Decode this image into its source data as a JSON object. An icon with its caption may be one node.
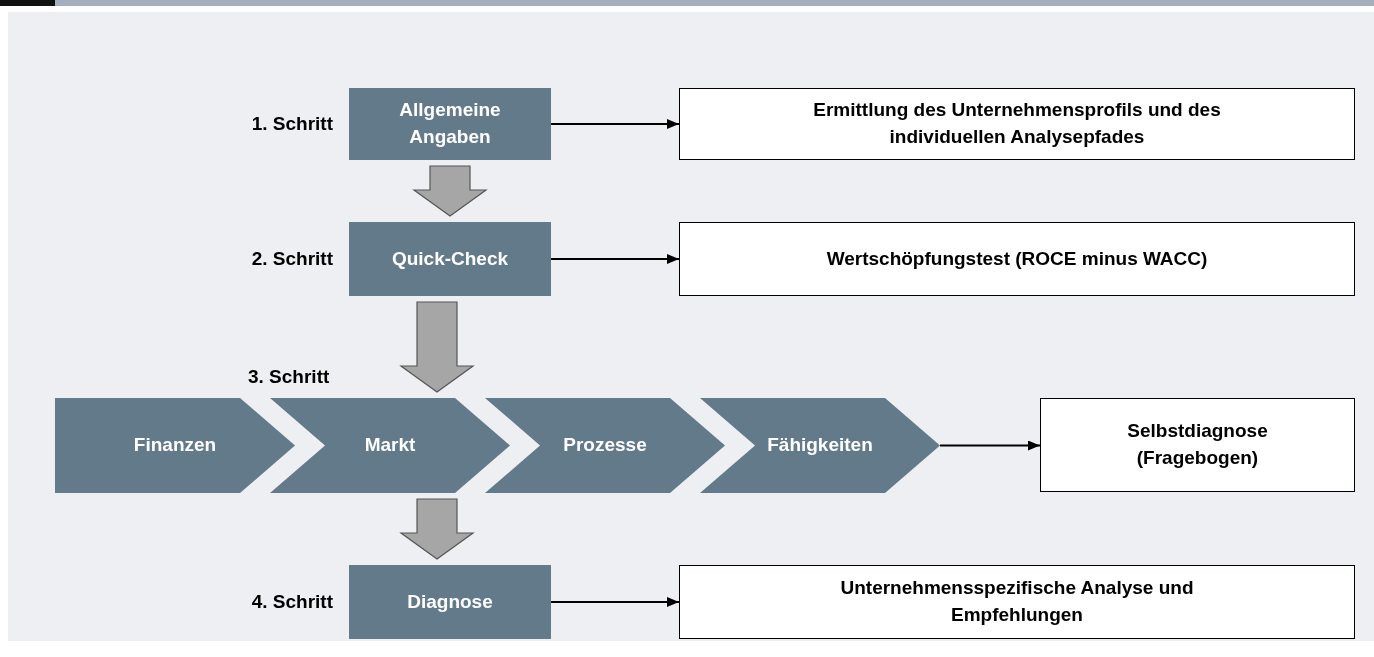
{
  "diagram": {
    "nodes": [
      {
        "text": [
          "Allgemeine Angaben"
        ],
        "beside": [
          "1. Schritt"
        ]
      },
      {
        "text": [
          "Ermittlung des Unternehmensprofils und des individuellen Analysepfades"
        ]
      },
      {
        "text": [
          "Quick-Check"
        ],
        "beside": [
          "2. Schritt"
        ]
      },
      {
        "text": [
          "Wertschöpfungstest (ROCE minus WACC)"
        ]
      },
      {
        "text": [
          "Finanzen"
        ]
      },
      {
        "text": [
          "Markt"
        ]
      },
      {
        "text": [
          "Prozesse"
        ]
      },
      {
        "text": [
          "Fähigkeiten"
        ]
      },
      {
        "text": [
          "Selbstdiagnose (Fragebogen)"
        ]
      },
      {
        "text": [
          "Diagnose"
        ],
        "beside": [
          "4. Schritt"
        ]
      },
      {
        "text": [
          "Unternehmensspezifische Analyse und Empfehlungen"
        ]
      }
    ],
    "edges": [
      {
        "from": 0,
        "to": 1,
        "arrow": "to"
      },
      {
        "from": 0,
        "to": 2,
        "arrow": "to",
        "style": "thick",
        "color": "#a6a6a6"
      },
      {
        "from": 2,
        "to": 3,
        "arrow": "to"
      },
      {
        "from": 2,
        "to": 5,
        "arrow": "to",
        "style": "thick",
        "color": "#a6a6a6"
      },
      {
        "from": 7,
        "to": 8,
        "arrow": "to"
      },
      {
        "from": 5,
        "to": 9,
        "arrow": "to",
        "style": "thick",
        "color": "#a6a6a6"
      },
      {
        "from": 9,
        "to": 10,
        "arrow": "to"
      }
    ],
    "labels": [
      "3. Schritt"
    ]
  }
}
